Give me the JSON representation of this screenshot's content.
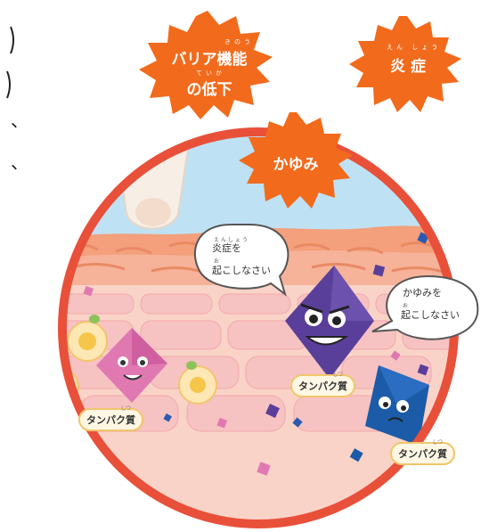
{
  "bursts": {
    "barrier": {
      "line1": "バリア機能",
      "line2": "の低下",
      "ruby1": "きのう",
      "ruby2": "ていか"
    },
    "inflammation": {
      "label": "炎 症",
      "ruby": "えん しょう"
    },
    "itch": {
      "label": "かゆみ"
    }
  },
  "bubbles": {
    "left": {
      "line1": "炎症を",
      "line2": "起こしなさい",
      "ruby1": "えんしょう",
      "ruby2": "お"
    },
    "right": {
      "line1": "かゆみを",
      "line2": "起こしなさい",
      "ruby2": "お"
    }
  },
  "tags": {
    "pink": {
      "label": "タンパク質",
      "ruby": "しつ"
    },
    "purple": {
      "label": "タンパク質",
      "ruby": "しつ"
    },
    "blue": {
      "label": "タンパク質",
      "ruby": "しつ"
    }
  },
  "colors": {
    "burst": "#f26a1b",
    "ring": "#e8503a",
    "sky": "#bfe1f4",
    "skin_top": "#f4a07c",
    "skin_mid": "#f8c3b0",
    "cells": "#f7c2c2",
    "pink_diamond": "#e079b2",
    "purple_diamond": "#5a3f9a",
    "blue_diamond": "#1c5ba8"
  },
  "edge_marks": [
    "、",
    "、"
  ]
}
